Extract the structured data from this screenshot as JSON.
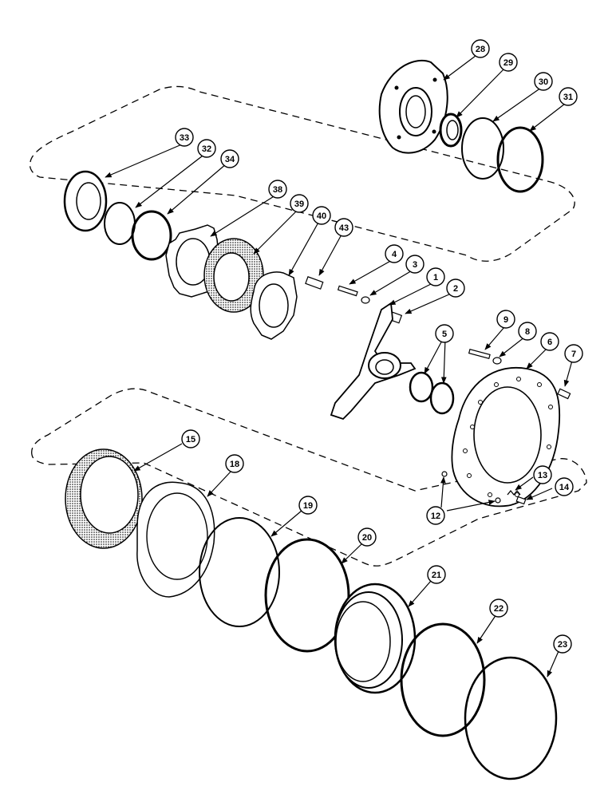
{
  "diagram": {
    "callouts": [
      {
        "id": "c1",
        "label": "1"
      },
      {
        "id": "c2",
        "label": "2"
      },
      {
        "id": "c3",
        "label": "3"
      },
      {
        "id": "c4",
        "label": "4"
      },
      {
        "id": "c5",
        "label": "5"
      },
      {
        "id": "c6",
        "label": "6"
      },
      {
        "id": "c7",
        "label": "7"
      },
      {
        "id": "c8",
        "label": "8"
      },
      {
        "id": "c9",
        "label": "9"
      },
      {
        "id": "c12",
        "label": "12"
      },
      {
        "id": "c13",
        "label": "13"
      },
      {
        "id": "c14",
        "label": "14"
      },
      {
        "id": "c15",
        "label": "15"
      },
      {
        "id": "c18",
        "label": "18"
      },
      {
        "id": "c19",
        "label": "19"
      },
      {
        "id": "c20",
        "label": "20"
      },
      {
        "id": "c21",
        "label": "21"
      },
      {
        "id": "c22",
        "label": "22"
      },
      {
        "id": "c23",
        "label": "23"
      },
      {
        "id": "c28",
        "label": "28"
      },
      {
        "id": "c29",
        "label": "29"
      },
      {
        "id": "c30",
        "label": "30"
      },
      {
        "id": "c31",
        "label": "31"
      },
      {
        "id": "c32",
        "label": "32"
      },
      {
        "id": "c33",
        "label": "33"
      },
      {
        "id": "c34",
        "label": "34"
      },
      {
        "id": "c38",
        "label": "38"
      },
      {
        "id": "c39",
        "label": "39"
      },
      {
        "id": "c40",
        "label": "40"
      },
      {
        "id": "c43",
        "label": "43"
      }
    ]
  }
}
